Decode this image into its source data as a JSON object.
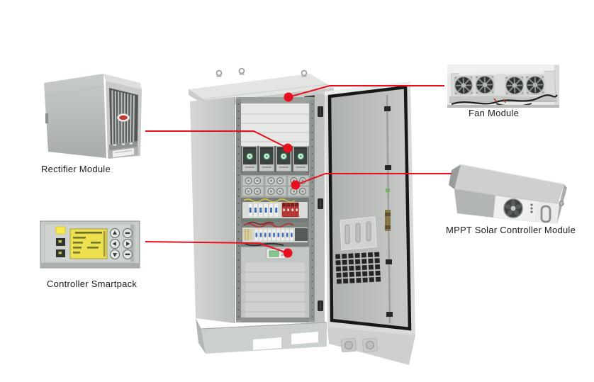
{
  "colors": {
    "background": "#ffffff",
    "callout_red": "#e8101e",
    "label_text": "#1b1b1b"
  },
  "labels": {
    "rectifier": "Rectifier Module",
    "smartpack": "Controller Smartpack",
    "fan": "Fan Module",
    "mppt": "MPPT Solar Controller Module"
  }
}
